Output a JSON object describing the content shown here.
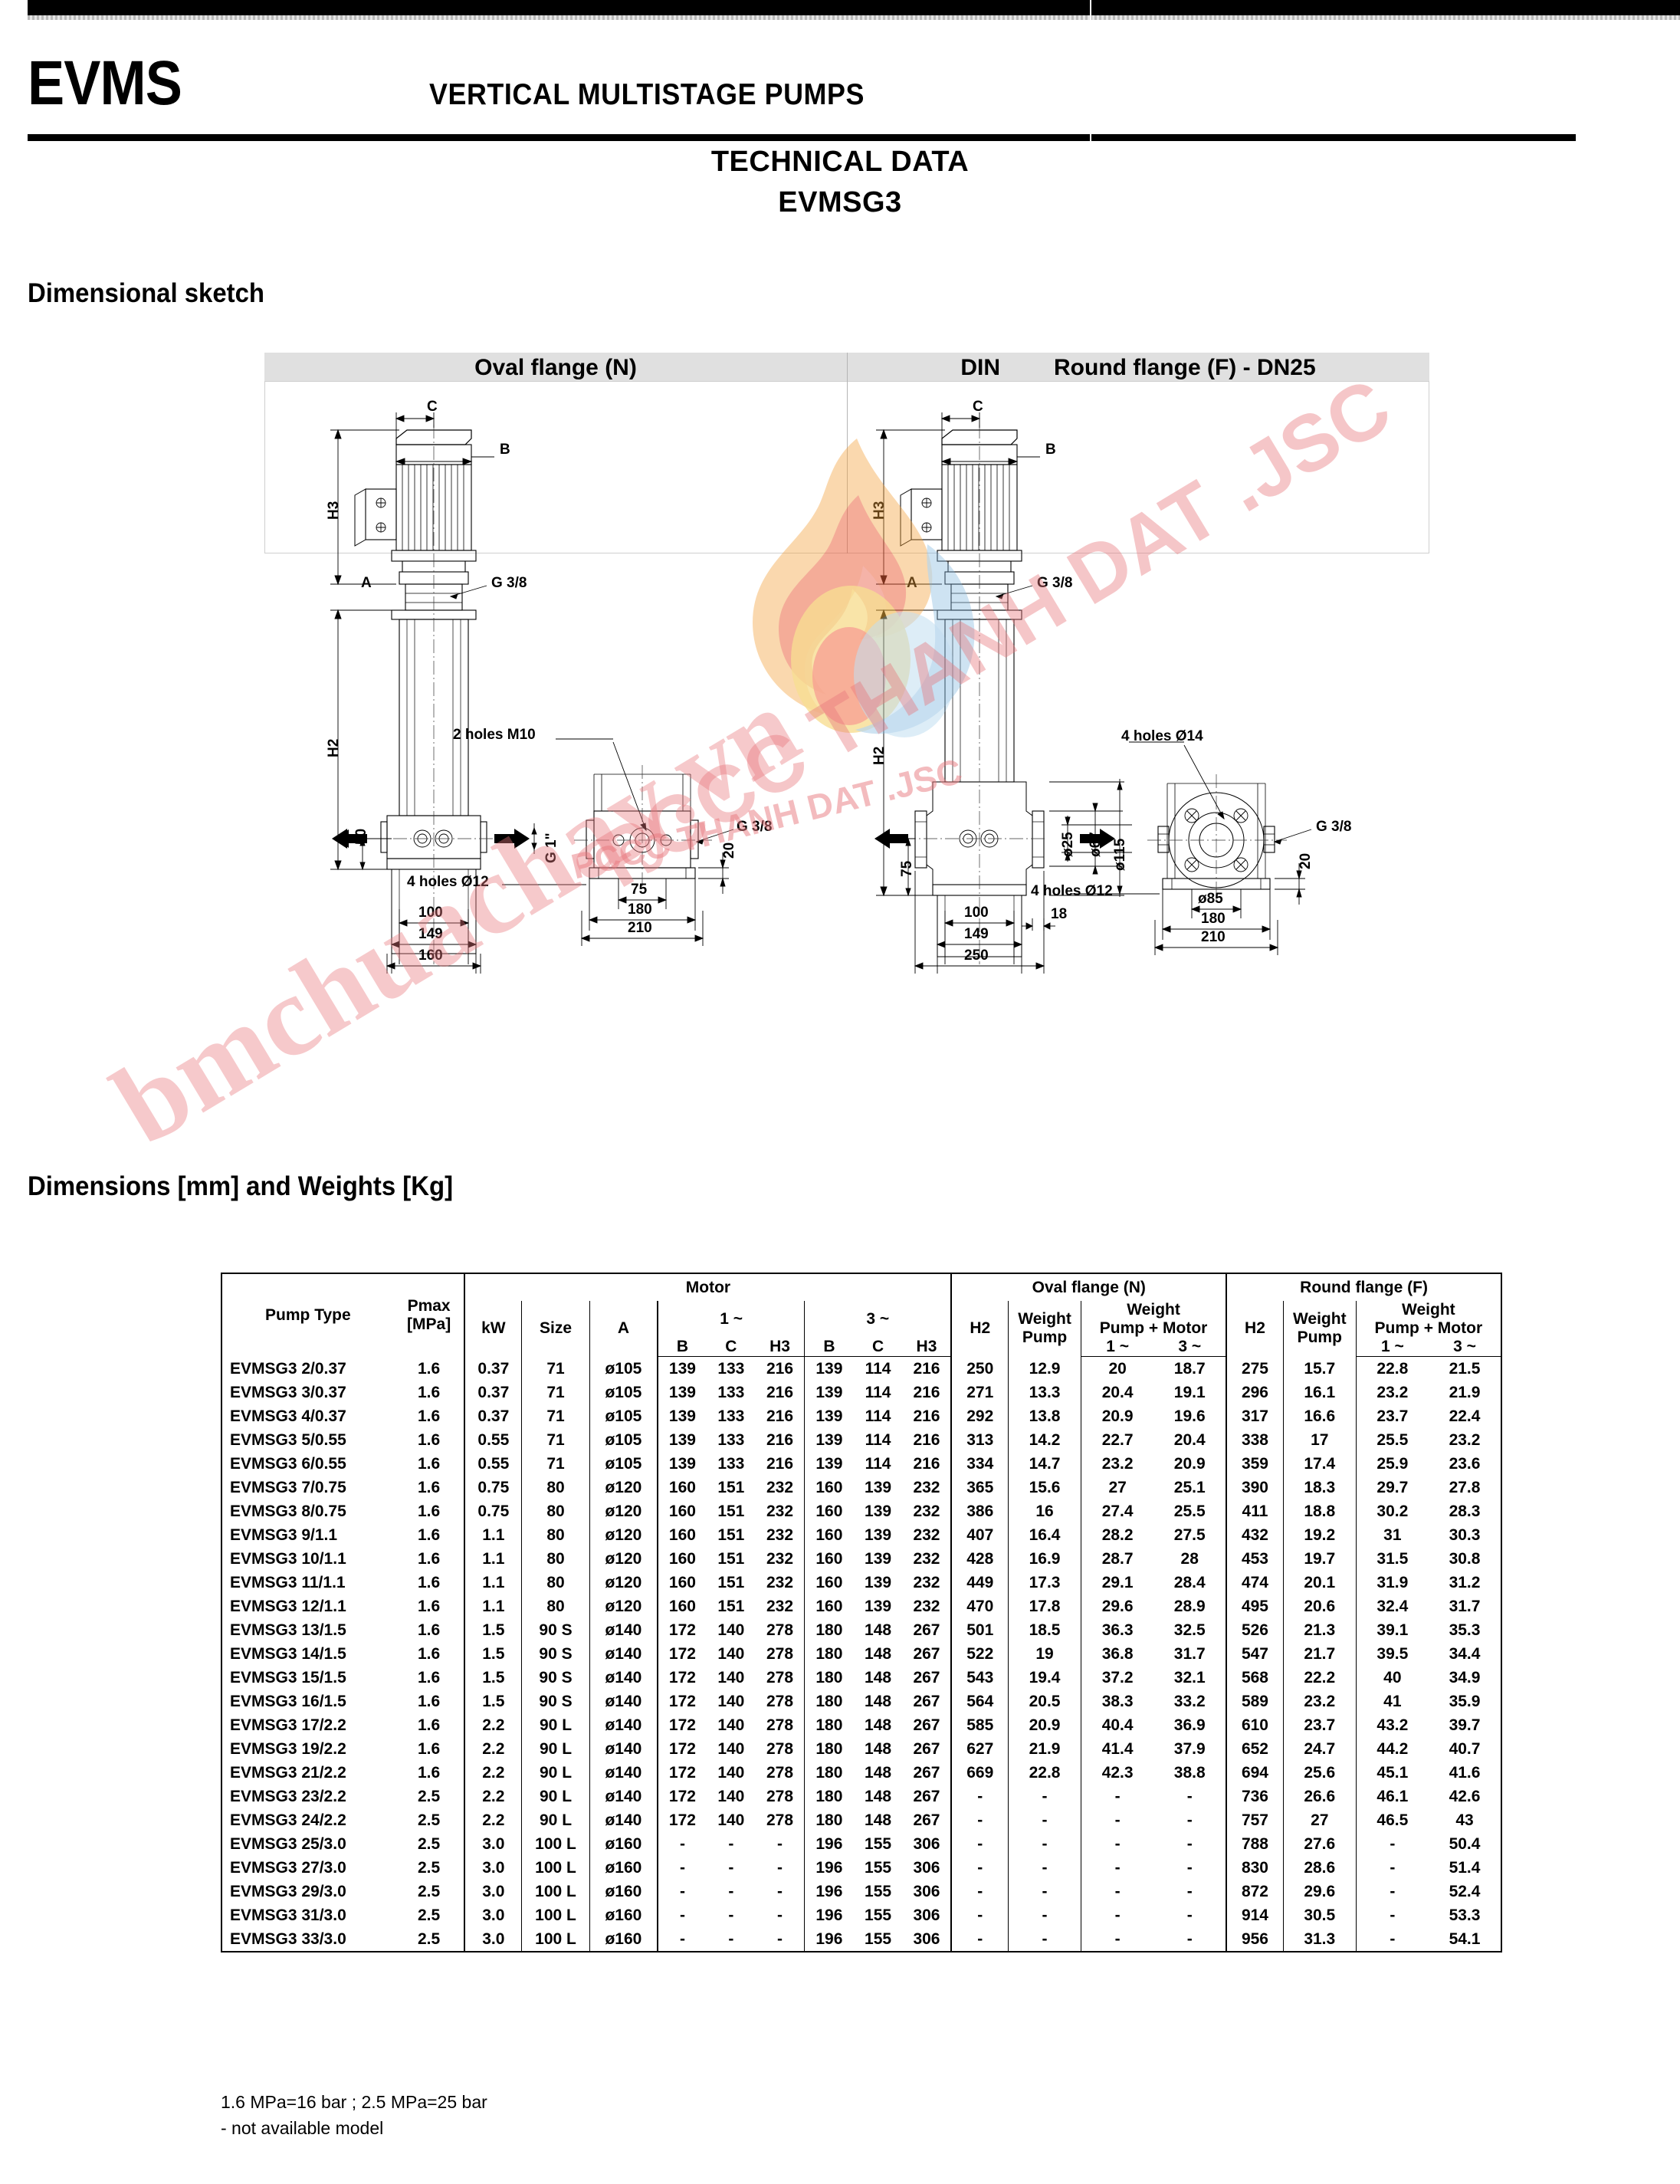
{
  "header": {
    "brand": "EVMS",
    "tagline": "VERTICAL MULTISTAGE PUMPS",
    "title_line1": "TECHNICAL DATA",
    "title_line2": "EVMSG3"
  },
  "sections": {
    "sketch_heading": "Dimensional sketch",
    "dimensions_heading": "Dimensions [mm] and Weights [Kg]"
  },
  "sketch": {
    "left_panel_title": "Oval flange (N)",
    "right_panel_title_prefix": "DIN",
    "right_panel_title": "Round flange (F) - DN25",
    "labels_left": {
      "c": "C",
      "b": "B",
      "h3": "H3",
      "a": "A",
      "h2": "H2",
      "g38": "G 3/8",
      "fifty": "50",
      "g1": "G 1\"",
      "w100": "100",
      "w149": "149",
      "w160": "160",
      "two_holes_m10": "2 holes M10",
      "four_holes_d12": "4 holes Ø12",
      "g38b": "G 3/8",
      "w75": "75",
      "w180": "180",
      "w210": "210",
      "h20": "20"
    },
    "labels_right": {
      "c": "C",
      "b": "B",
      "h3": "H3",
      "a": "A",
      "h2": "H2",
      "g38": "G 3/8",
      "seventyfive": "75",
      "d25": "ø25",
      "d67": "ø67",
      "d115": "ø115",
      "w100": "100",
      "w149": "149",
      "w250": "250",
      "w18": "18",
      "four_holes_d14": "4 holes Ø14",
      "four_holes_d12": "4 holes Ø12",
      "g38b": "G 3/8",
      "d85": "ø85",
      "w180": "180",
      "w210": "210",
      "h20": "20"
    }
  },
  "watermark": {
    "line1": "bmchuachay.vn",
    "line2": "PCCC THANH DAT .JSC",
    "line3": "PCCC THANH DAT .JSC"
  },
  "table": {
    "group_headers": {
      "motor": "Motor",
      "oval_flange": "Oval flange (N)",
      "round_flange": "Round flange (F)"
    },
    "columns": {
      "pump_type": "Pump Type",
      "pmax_line1": "Pmax",
      "pmax_line2": "[MPa]",
      "kw": "kW",
      "size": "Size",
      "a": "A",
      "phase1": "1 ~",
      "phase3": "3 ~",
      "b": "B",
      "c": "C",
      "h3": "H3",
      "h2": "H2",
      "weight_line1": "Weight",
      "weight_line2": "Pump",
      "weight_pm_line1": "Weight",
      "weight_pm_line2": "Pump + Motor"
    },
    "rows": [
      [
        "EVMSG3 2/0.37",
        "1.6",
        "0.37",
        "71",
        "ø105",
        "139",
        "133",
        "216",
        "139",
        "114",
        "216",
        "250",
        "12.9",
        "20",
        "18.7",
        "275",
        "15.7",
        "22.8",
        "21.5"
      ],
      [
        "EVMSG3 3/0.37",
        "1.6",
        "0.37",
        "71",
        "ø105",
        "139",
        "133",
        "216",
        "139",
        "114",
        "216",
        "271",
        "13.3",
        "20.4",
        "19.1",
        "296",
        "16.1",
        "23.2",
        "21.9"
      ],
      [
        "EVMSG3 4/0.37",
        "1.6",
        "0.37",
        "71",
        "ø105",
        "139",
        "133",
        "216",
        "139",
        "114",
        "216",
        "292",
        "13.8",
        "20.9",
        "19.6",
        "317",
        "16.6",
        "23.7",
        "22.4"
      ],
      [
        "EVMSG3 5/0.55",
        "1.6",
        "0.55",
        "71",
        "ø105",
        "139",
        "133",
        "216",
        "139",
        "114",
        "216",
        "313",
        "14.2",
        "22.7",
        "20.4",
        "338",
        "17",
        "25.5",
        "23.2"
      ],
      [
        "EVMSG3 6/0.55",
        "1.6",
        "0.55",
        "71",
        "ø105",
        "139",
        "133",
        "216",
        "139",
        "114",
        "216",
        "334",
        "14.7",
        "23.2",
        "20.9",
        "359",
        "17.4",
        "25.9",
        "23.6"
      ],
      [
        "EVMSG3 7/0.75",
        "1.6",
        "0.75",
        "80",
        "ø120",
        "160",
        "151",
        "232",
        "160",
        "139",
        "232",
        "365",
        "15.6",
        "27",
        "25.1",
        "390",
        "18.3",
        "29.7",
        "27.8"
      ],
      [
        "EVMSG3 8/0.75",
        "1.6",
        "0.75",
        "80",
        "ø120",
        "160",
        "151",
        "232",
        "160",
        "139",
        "232",
        "386",
        "16",
        "27.4",
        "25.5",
        "411",
        "18.8",
        "30.2",
        "28.3"
      ],
      [
        "EVMSG3 9/1.1",
        "1.6",
        "1.1",
        "80",
        "ø120",
        "160",
        "151",
        "232",
        "160",
        "139",
        "232",
        "407",
        "16.4",
        "28.2",
        "27.5",
        "432",
        "19.2",
        "31",
        "30.3"
      ],
      [
        "EVMSG3 10/1.1",
        "1.6",
        "1.1",
        "80",
        "ø120",
        "160",
        "151",
        "232",
        "160",
        "139",
        "232",
        "428",
        "16.9",
        "28.7",
        "28",
        "453",
        "19.7",
        "31.5",
        "30.8"
      ],
      [
        "EVMSG3 11/1.1",
        "1.6",
        "1.1",
        "80",
        "ø120",
        "160",
        "151",
        "232",
        "160",
        "139",
        "232",
        "449",
        "17.3",
        "29.1",
        "28.4",
        "474",
        "20.1",
        "31.9",
        "31.2"
      ],
      [
        "EVMSG3 12/1.1",
        "1.6",
        "1.1",
        "80",
        "ø120",
        "160",
        "151",
        "232",
        "160",
        "139",
        "232",
        "470",
        "17.8",
        "29.6",
        "28.9",
        "495",
        "20.6",
        "32.4",
        "31.7"
      ],
      [
        "EVMSG3 13/1.5",
        "1.6",
        "1.5",
        "90 S",
        "ø140",
        "172",
        "140",
        "278",
        "180",
        "148",
        "267",
        "501",
        "18.5",
        "36.3",
        "32.5",
        "526",
        "21.3",
        "39.1",
        "35.3"
      ],
      [
        "EVMSG3 14/1.5",
        "1.6",
        "1.5",
        "90 S",
        "ø140",
        "172",
        "140",
        "278",
        "180",
        "148",
        "267",
        "522",
        "19",
        "36.8",
        "31.7",
        "547",
        "21.7",
        "39.5",
        "34.4"
      ],
      [
        "EVMSG3 15/1.5",
        "1.6",
        "1.5",
        "90 S",
        "ø140",
        "172",
        "140",
        "278",
        "180",
        "148",
        "267",
        "543",
        "19.4",
        "37.2",
        "32.1",
        "568",
        "22.2",
        "40",
        "34.9"
      ],
      [
        "EVMSG3 16/1.5",
        "1.6",
        "1.5",
        "90 S",
        "ø140",
        "172",
        "140",
        "278",
        "180",
        "148",
        "267",
        "564",
        "20.5",
        "38.3",
        "33.2",
        "589",
        "23.2",
        "41",
        "35.9"
      ],
      [
        "EVMSG3 17/2.2",
        "1.6",
        "2.2",
        "90 L",
        "ø140",
        "172",
        "140",
        "278",
        "180",
        "148",
        "267",
        "585",
        "20.9",
        "40.4",
        "36.9",
        "610",
        "23.7",
        "43.2",
        "39.7"
      ],
      [
        "EVMSG3 19/2.2",
        "1.6",
        "2.2",
        "90 L",
        "ø140",
        "172",
        "140",
        "278",
        "180",
        "148",
        "267",
        "627",
        "21.9",
        "41.4",
        "37.9",
        "652",
        "24.7",
        "44.2",
        "40.7"
      ],
      [
        "EVMSG3 21/2.2",
        "1.6",
        "2.2",
        "90 L",
        "ø140",
        "172",
        "140",
        "278",
        "180",
        "148",
        "267",
        "669",
        "22.8",
        "42.3",
        "38.8",
        "694",
        "25.6",
        "45.1",
        "41.6"
      ],
      [
        "EVMSG3 23/2.2",
        "2.5",
        "2.2",
        "90 L",
        "ø140",
        "172",
        "140",
        "278",
        "180",
        "148",
        "267",
        "-",
        "-",
        "-",
        "-",
        "736",
        "26.6",
        "46.1",
        "42.6"
      ],
      [
        "EVMSG3 24/2.2",
        "2.5",
        "2.2",
        "90 L",
        "ø140",
        "172",
        "140",
        "278",
        "180",
        "148",
        "267",
        "-",
        "-",
        "-",
        "-",
        "757",
        "27",
        "46.5",
        "43"
      ],
      [
        "EVMSG3 25/3.0",
        "2.5",
        "3.0",
        "100 L",
        "ø160",
        "-",
        "-",
        "-",
        "196",
        "155",
        "306",
        "-",
        "-",
        "-",
        "-",
        "788",
        "27.6",
        "-",
        "50.4"
      ],
      [
        "EVMSG3 27/3.0",
        "2.5",
        "3.0",
        "100 L",
        "ø160",
        "-",
        "-",
        "-",
        "196",
        "155",
        "306",
        "-",
        "-",
        "-",
        "-",
        "830",
        "28.6",
        "-",
        "51.4"
      ],
      [
        "EVMSG3 29/3.0",
        "2.5",
        "3.0",
        "100 L",
        "ø160",
        "-",
        "-",
        "-",
        "196",
        "155",
        "306",
        "-",
        "-",
        "-",
        "-",
        "872",
        "29.6",
        "-",
        "52.4"
      ],
      [
        "EVMSG3 31/3.0",
        "2.5",
        "3.0",
        "100 L",
        "ø160",
        "-",
        "-",
        "-",
        "196",
        "155",
        "306",
        "-",
        "-",
        "-",
        "-",
        "914",
        "30.5",
        "-",
        "53.3"
      ],
      [
        "EVMSG3 33/3.0",
        "2.5",
        "3.0",
        "100 L",
        "ø160",
        "-",
        "-",
        "-",
        "196",
        "155",
        "306",
        "-",
        "-",
        "-",
        "-",
        "956",
        "31.3",
        "-",
        "54.1"
      ]
    ]
  },
  "notes": {
    "note1": "1.6 MPa=16 bar ; 2.5 MPa=25 bar",
    "note2": "- not available model"
  }
}
